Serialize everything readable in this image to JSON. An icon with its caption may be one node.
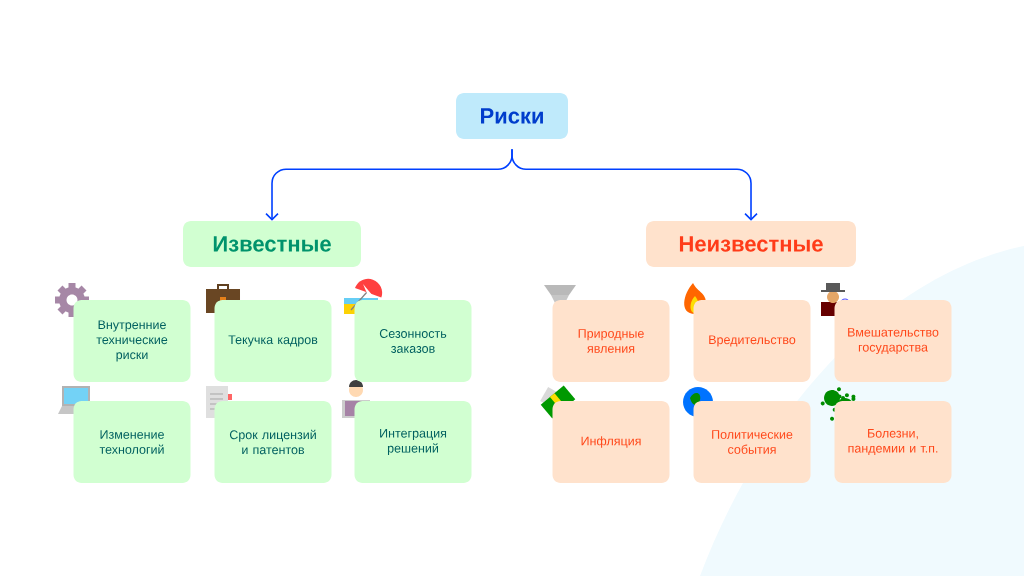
{
  "diagram": {
    "nodes": [
      {
        "text": [
          "Риски"
        ]
      },
      {
        "text": [
          "Известные"
        ]
      },
      {
        "text": [
          "Неизвестные"
        ]
      },
      {
        "text": [
          "Внутренние технические риски"
        ]
      },
      {
        "text": [
          "Текучка кадров"
        ]
      },
      {
        "text": [
          "Сезонность заказов"
        ]
      },
      {
        "text": [
          "Изменение технологий"
        ]
      },
      {
        "text": [
          "Срок лицензий и патентов"
        ]
      },
      {
        "text": [
          "Интеграция решений"
        ]
      },
      {
        "text": [
          "Природные явления"
        ]
      },
      {
        "text": [
          "Вредительство"
        ]
      },
      {
        "text": [
          "Вмешательство государства"
        ]
      },
      {
        "text": [
          "Инфляция"
        ]
      },
      {
        "text": [
          "Политические события"
        ]
      },
      {
        "text": [
          "Болезни, пандемии и т.п."
        ]
      }
    ],
    "edges": [
      {
        "from": 0,
        "to": 1,
        "arrow": "to"
      },
      {
        "from": 0,
        "to": 2,
        "arrow": "to"
      }
    ]
  }
}
